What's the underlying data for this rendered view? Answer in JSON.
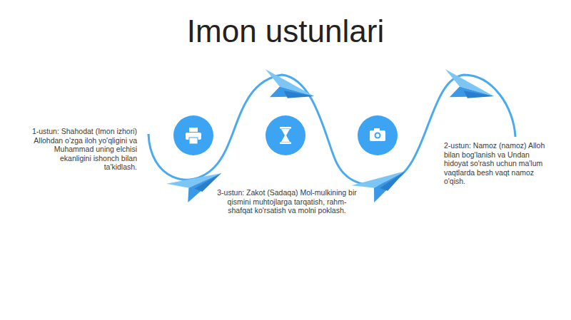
{
  "diagram": {
    "title": "Imon ustunlari",
    "labels": [
      "1-ustun: Shahodat (Imon izhori) Allohdan o'zga iloh yo'qligini va Muhammad uning elchisi ekanligini ishonch bilan ta'kidlash.",
      "3-ustun: Zakot (Sadaqa) Mol-mulkining bir qismini muhtojlarga tarqatish, rahm-shafqat ko'rsatish va molni poklash.",
      "2-ustun: Namoz (namoz) Alloh bilan bog'lanish va Undan hidoyat so'rash uchun ma'lum vaqtlarda besh vaqt namoz o'qish."
    ]
  }
}
